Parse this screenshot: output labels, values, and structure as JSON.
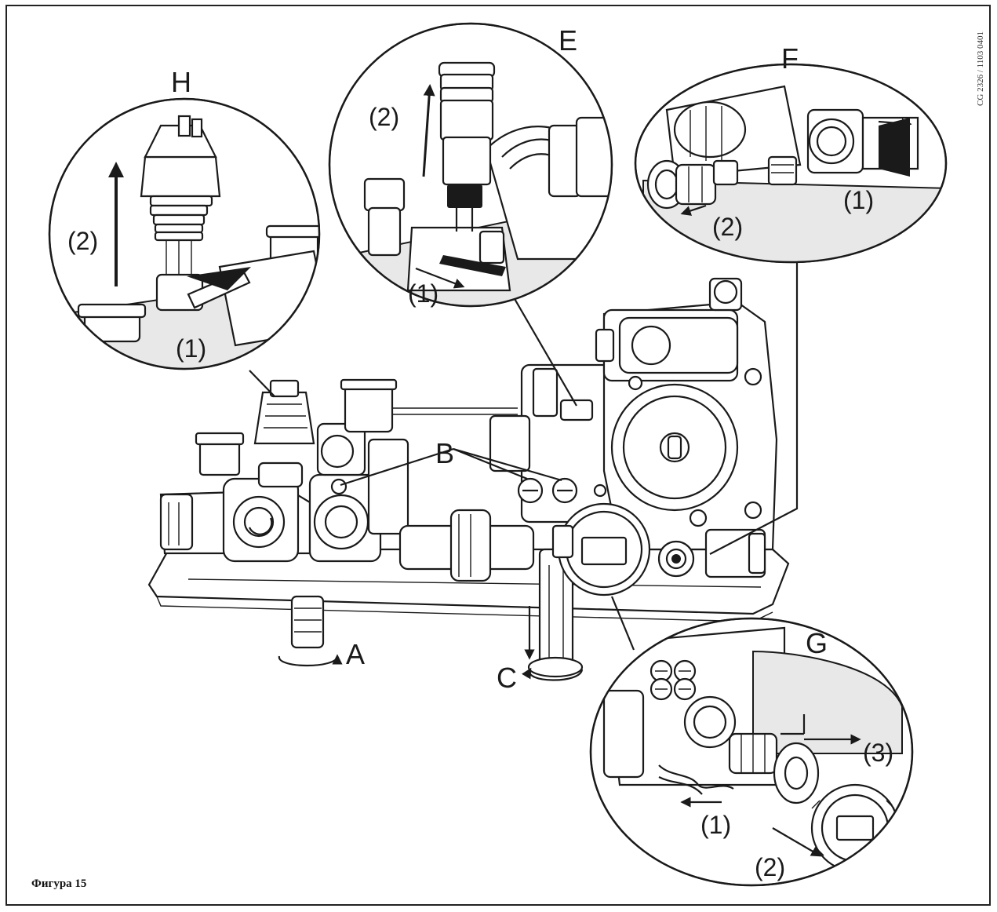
{
  "figure": {
    "caption": "Фигура 15",
    "document_code": "CG 2326 / 1103 0401"
  },
  "labels": {
    "A": "A",
    "B": "B",
    "C": "C",
    "E": "E",
    "F": "F",
    "G": "G",
    "H": "H"
  },
  "steps": {
    "h_1": "(1)",
    "h_2": "(2)",
    "e_1": "(1)",
    "e_2": "(2)",
    "f_1": "(1)",
    "f_2": "(2)",
    "g_1": "(1)",
    "g_2": "(2)",
    "g_3": "(3)"
  }
}
